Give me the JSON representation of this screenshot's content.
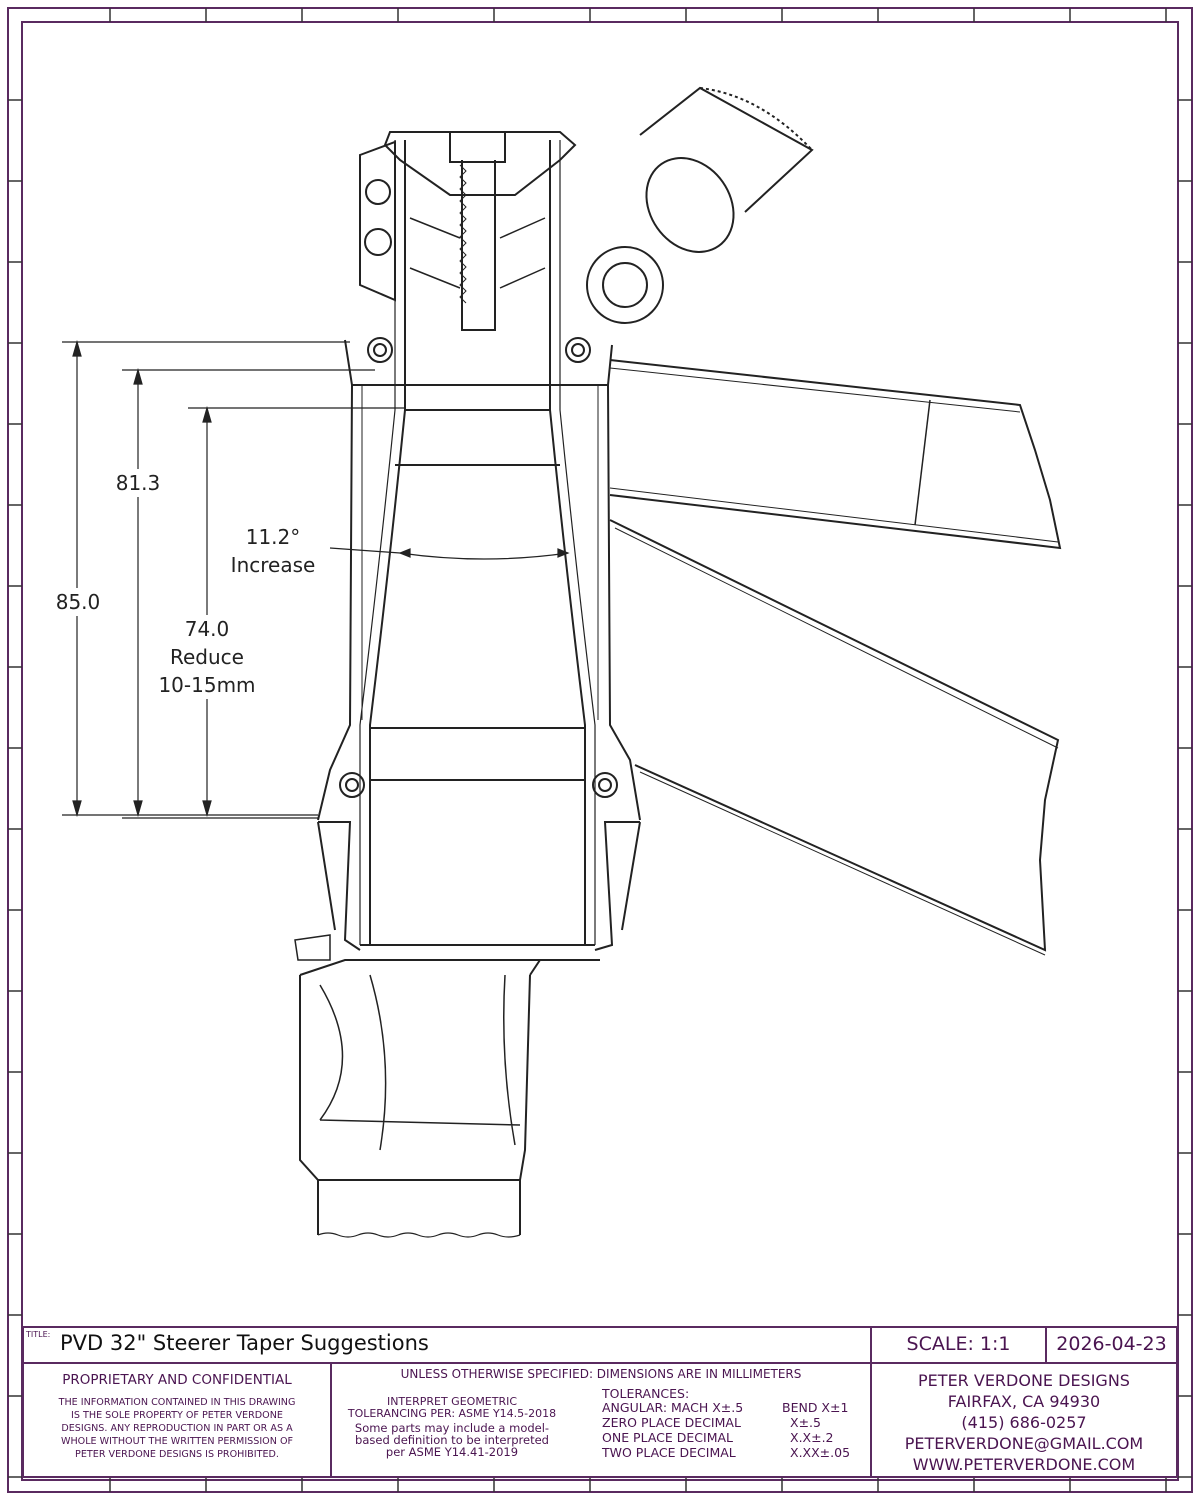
{
  "dimensions": {
    "d85": "85.0",
    "d81": "81.3",
    "d74": "74.0",
    "d74_note1": "Reduce",
    "d74_note2": "10-15mm",
    "angle": "11.2°",
    "angle_note": "Increase"
  },
  "title_block": {
    "title_label": "TITLE:",
    "title": "PVD 32\" Steerer Taper Suggestions",
    "scale": "SCALE: 1:1",
    "date": "2026-04-23",
    "proprietary_heading": "PROPRIETARY AND CONFIDENTIAL",
    "proprietary_lines": [
      "THE INFORMATION CONTAINED IN THIS DRAWING",
      "IS THE SOLE PROPERTY OF PETER VERDONE",
      "DESIGNS.  ANY  REPRODUCTION IN PART OR AS A",
      "WHOLE WITHOUT THE WRITTEN PERMISSION OF",
      "PETER VERDONE DESIGNS IS PROHIBITED."
    ],
    "units_note": "UNLESS OTHERWISE SPECIFIED: DIMENSIONS ARE IN MILLIMETERS",
    "gdt_lines": [
      "INTERPRET GEOMETRIC",
      "TOLERANCING PER: ASME Y14.5-2018"
    ],
    "mbd_lines": [
      "Some parts may include a model-",
      "based definition to be interpreted",
      "per ASME Y14.41-2019"
    ],
    "tolerances_heading": "TOLERANCES:",
    "tolerances": [
      {
        "label": "ANGULAR: MACH X±.5",
        "value": "BEND X±1"
      },
      {
        "label": "ZERO PLACE DECIMAL",
        "value": "X±.5"
      },
      {
        "label": "ONE PLACE DECIMAL",
        "value": "X.X±.2"
      },
      {
        "label": "TWO PLACE DECIMAL",
        "value": "X.XX±.05"
      }
    ],
    "company": [
      "PETER VERDONE DESIGNS",
      "FAIRFAX, CA 94930",
      "(415) 686-0257",
      "PETERVERDONE@GMAIL.COM",
      "WWW.PETERVERDONE.COM"
    ]
  },
  "colors": {
    "border": "#5a2a60",
    "text": "#4a1450",
    "line": "#222222"
  }
}
